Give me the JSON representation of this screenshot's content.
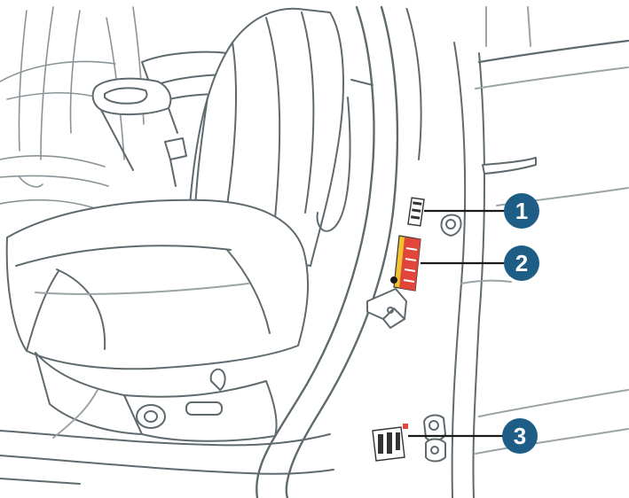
{
  "colors": {
    "line": "#5f6a6e",
    "line_light": "#9aa3a6",
    "fill": "#ffffff",
    "shade": "#eef1f2",
    "callout": "#1e5d86",
    "leader": "#1a1a1a",
    "label_red": "#e2453a",
    "label_yellow": "#f2c230",
    "label_dark": "#333333"
  },
  "callouts": [
    {
      "id": "1",
      "label": "1"
    },
    {
      "id": "2",
      "label": "2"
    },
    {
      "id": "3",
      "label": "3"
    }
  ]
}
